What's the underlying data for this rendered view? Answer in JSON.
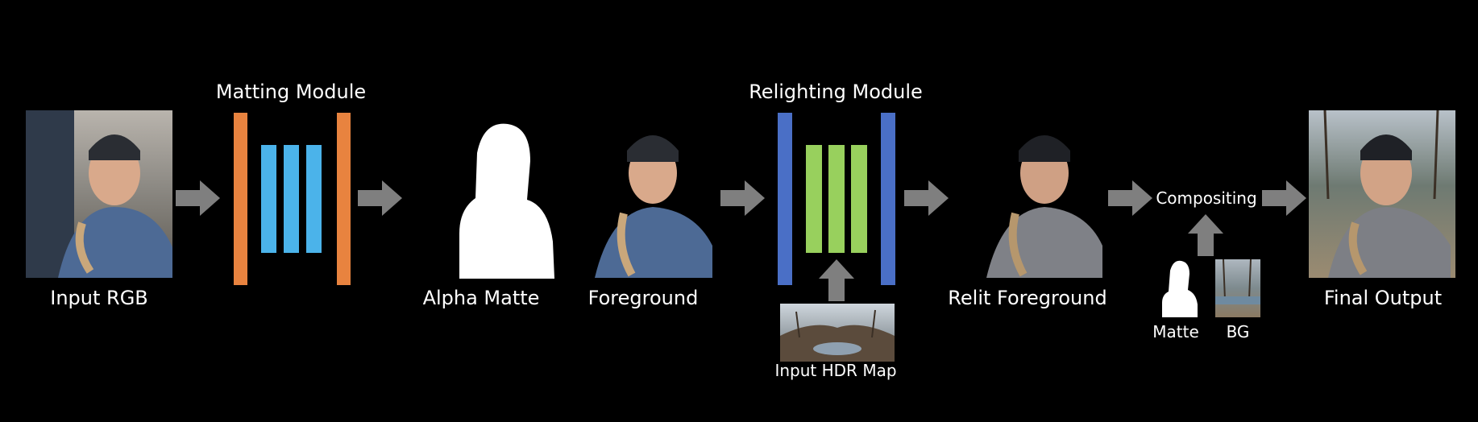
{
  "labels": {
    "input_rgb": "Input RGB",
    "matting_module": "Matting Module",
    "alpha_matte": "Alpha Matte",
    "foreground": "Foreground",
    "relighting_module": "Relighting Module",
    "input_hdr_map": "Input HDR Map",
    "relit_foreground": "Relit Foreground",
    "compositing": "Compositing",
    "matte": "Matte",
    "bg": "BG",
    "final_output": "Final Output"
  },
  "colors": {
    "background": "#000000",
    "arrow": "#7f7f7f",
    "matting_outer": "#e8833f",
    "matting_inner": "#4bb3ea",
    "relighting_outer": "#4a6fc6",
    "relighting_inner": "#98d05d",
    "text": "#ffffff"
  }
}
